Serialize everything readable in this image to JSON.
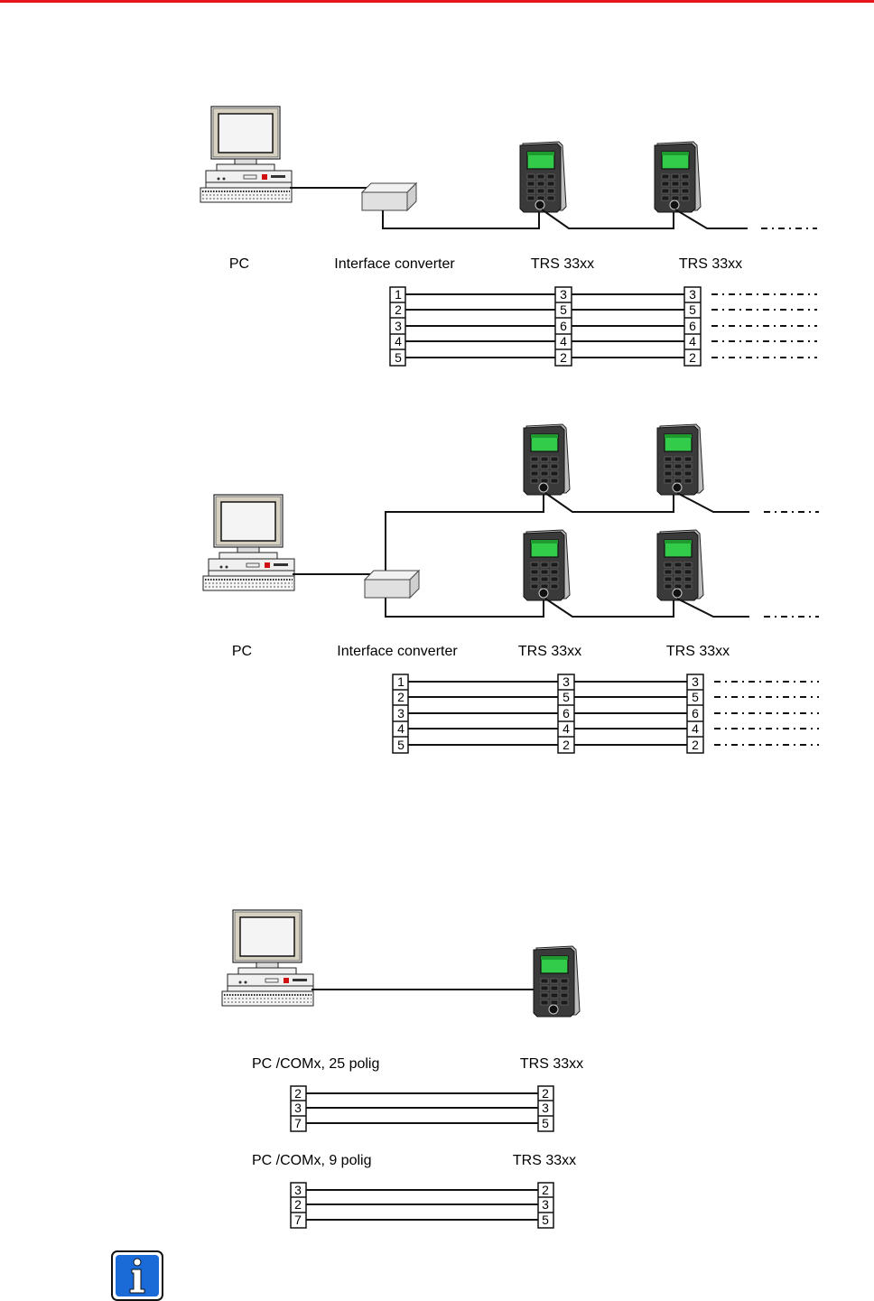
{
  "colors": {
    "top_bar": "#e8141b",
    "screen": "#33cc4a",
    "info_blue": "#1a6ad8"
  },
  "section1": {
    "labels": {
      "pc": "PC",
      "converter": "Interface converter",
      "device1": "TRS 33xx",
      "device2": "TRS 33xx"
    },
    "pins": [
      [
        "1",
        "3",
        "3"
      ],
      [
        "2",
        "5",
        "5"
      ],
      [
        "3",
        "6",
        "6"
      ],
      [
        "4",
        "4",
        "4"
      ],
      [
        "5",
        "2",
        "2"
      ]
    ]
  },
  "section2": {
    "labels": {
      "pc": "PC",
      "converter": "Interface converter",
      "device1": "TRS 33xx",
      "device2": "TRS 33xx"
    },
    "pins": [
      [
        "1",
        "3",
        "3"
      ],
      [
        "2",
        "5",
        "5"
      ],
      [
        "3",
        "6",
        "6"
      ],
      [
        "4",
        "4",
        "4"
      ],
      [
        "5",
        "2",
        "2"
      ]
    ]
  },
  "section3": {
    "cable25": {
      "left_label": "PC /COMx, 25 polig",
      "right_label": "TRS 33xx",
      "pins": [
        [
          "2",
          "2"
        ],
        [
          "3",
          "3"
        ],
        [
          "7",
          "5"
        ]
      ]
    },
    "cable9": {
      "left_label": "PC /COMx, 9 polig",
      "right_label": "TRS 33xx",
      "pins": [
        [
          "3",
          "2"
        ],
        [
          "2",
          "3"
        ],
        [
          "7",
          "5"
        ]
      ]
    }
  },
  "info_icon": "info-icon"
}
